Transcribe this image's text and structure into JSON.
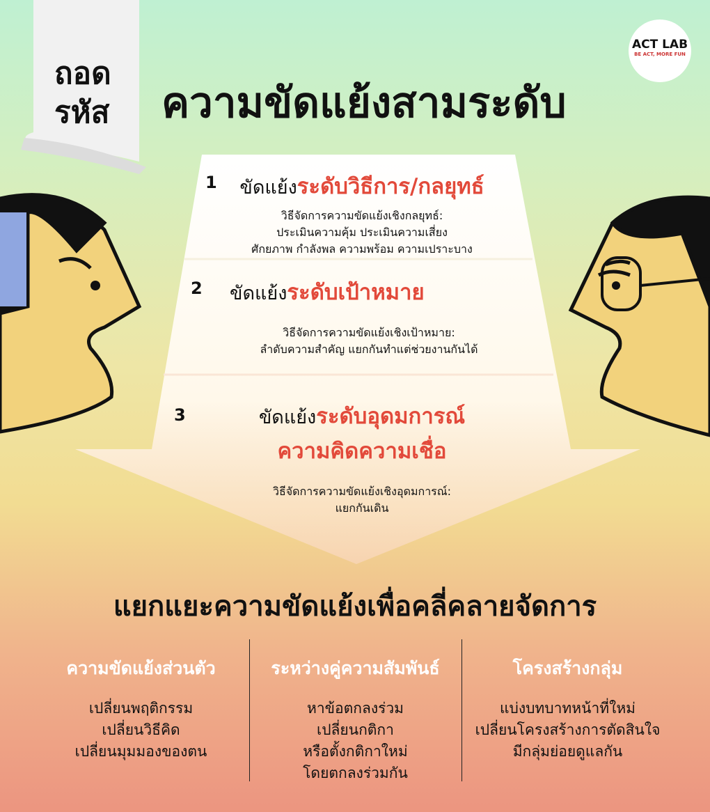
{
  "kicker": {
    "line1": "ถอด",
    "line2": "รหัส"
  },
  "title": "ความขัดแย้งสามระดับ",
  "logo": {
    "text": "ACT LAB",
    "tagline": "BE ACT, MORE FUN"
  },
  "colors": {
    "accent": "#e2493a",
    "funnel": "#ffffff",
    "face": "#f2d27c",
    "hair": "#111111"
  },
  "levels": [
    {
      "number": "1",
      "prefix": "ขัดแย้ง",
      "highlight": "ระดับวิธีการ/กลยุทธ์",
      "highlight2": "",
      "desc": [
        "วิธีจัดการความขัดแย้งเชิงกลยุทธ์:",
        "ประเมินความคุ้ม ประเมินความเสี่ยง",
        "ศักยภาพ กำลังพล ความพร้อม ความเปราะบาง"
      ]
    },
    {
      "number": "2",
      "prefix": "ขัดแย้ง",
      "highlight": "ระดับเป้าหมาย",
      "highlight2": "",
      "desc": [
        "วิธีจัดการความขัดแย้งเชิงเป้าหมาย:",
        "ลำดับความสำคัญ แยกกันทำแต่ช่วยงานกันได้"
      ]
    },
    {
      "number": "3",
      "prefix": "ขัดแย้ง",
      "highlight": "ระดับอุดมการณ์",
      "highlight2": "ความคิดความเชื่อ",
      "desc": [
        "วิธีจัดการความขัดแย้งเชิงอุดมการณ์:",
        "แยกกันเดิน"
      ]
    }
  ],
  "main_heading": "แยกแยะความขัดแย้งเพื่อคลี่คลายจัดการ",
  "columns": [
    {
      "title": "ความขัดแย้งส่วนตัว",
      "items": [
        "เปลี่ยนพฤติกรรม",
        "เปลี่ยนวิธีคิด",
        "เปลี่ยนมุมมองของตน"
      ]
    },
    {
      "title": "ระหว่างคู่ความสัมพันธ์",
      "items": [
        "หาข้อตกลงร่วม",
        "เปลี่ยนกติกา",
        "หรือตั้งกติกาใหม่",
        "โดยตกลงร่วมกัน"
      ]
    },
    {
      "title": "โครงสร้างกลุ่ม",
      "items": [
        "แบ่งบทบาทหน้าที่ใหม่",
        "เปลี่ยนโครงสร้างการตัดสินใจ",
        "มีกลุ่มย่อยดูแลกัน"
      ]
    }
  ]
}
